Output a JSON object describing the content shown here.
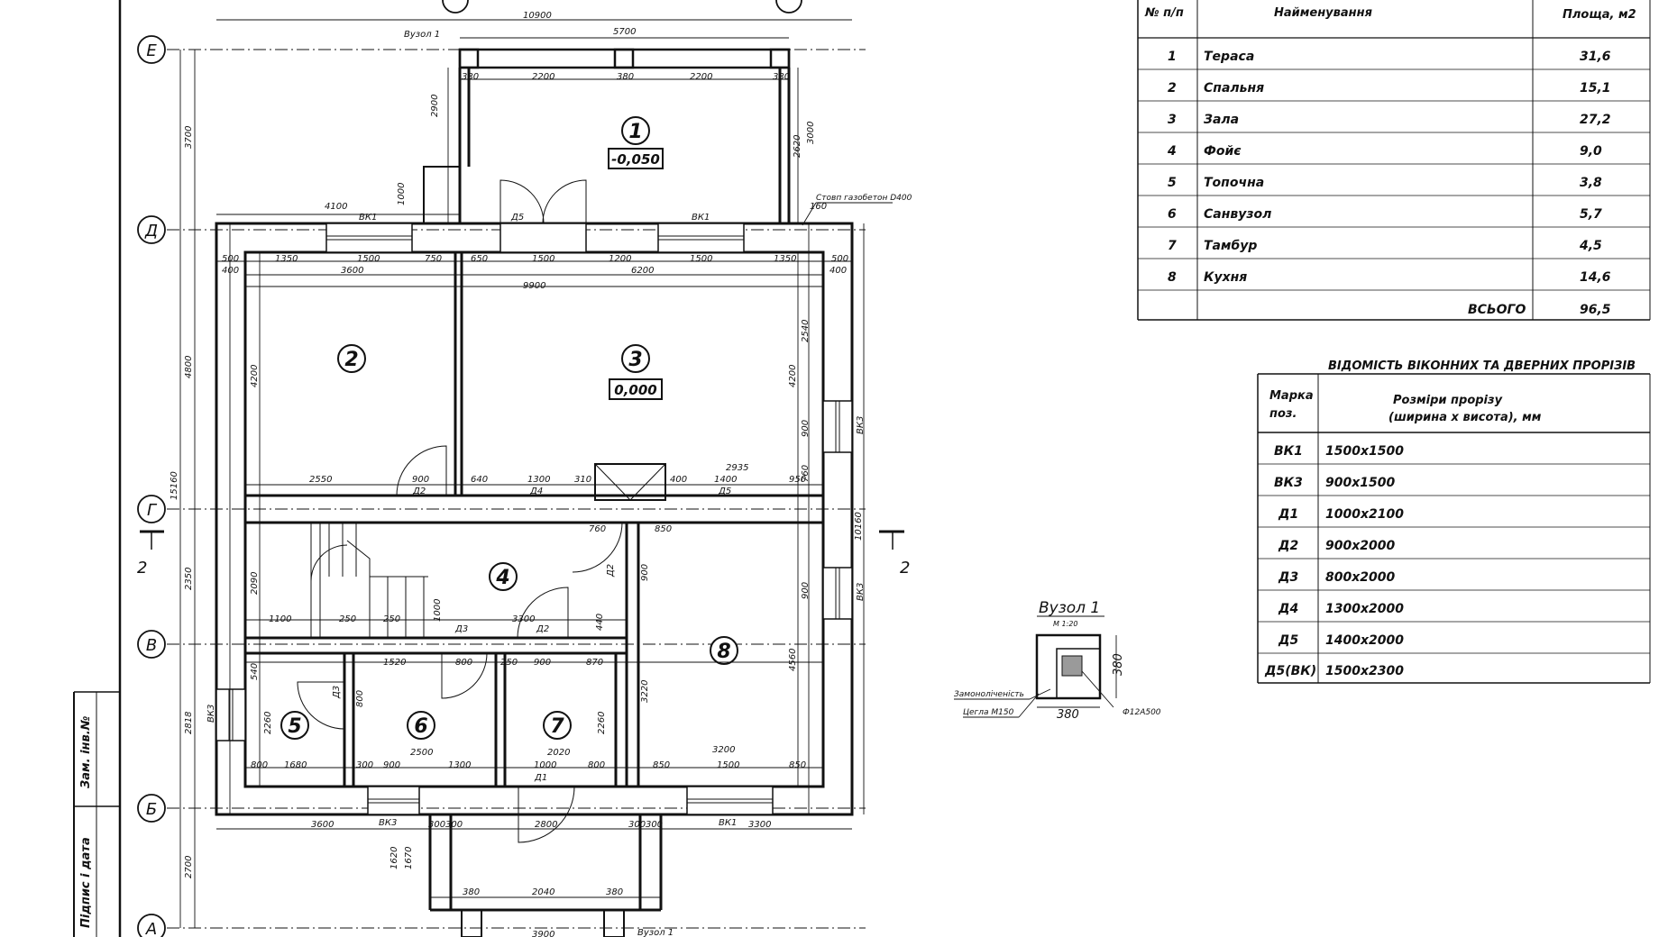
{
  "title_block": {
    "inventory_label": "Зам. інв.№",
    "signature_label": "Підпис і дата"
  },
  "axes": [
    "Е",
    "Д",
    "Г",
    "В",
    "Б",
    "А"
  ],
  "section_mark": "2",
  "rooms": [
    {
      "num": "1",
      "level": "-0,050"
    },
    {
      "num": "2"
    },
    {
      "num": "3",
      "level": "0,000"
    },
    {
      "num": "4"
    },
    {
      "num": "5"
    },
    {
      "num": "6"
    },
    {
      "num": "7"
    },
    {
      "num": "8"
    }
  ],
  "opening_marks": {
    "vk1": "ВК1",
    "vk3": "ВК3",
    "d1": "Д1",
    "d2": "Д2",
    "d3": "Д3",
    "d4": "Д4",
    "d5": "Д5"
  },
  "node_label": "Вузол 1",
  "node_detail": {
    "title": "Вузол 1",
    "scale": "М 1:20",
    "size": "380",
    "note_embedded": "Замоноліченість",
    "note_brick": "Цегла М150",
    "note_rebar": "Ф12А500"
  },
  "annotations": {
    "pillar": "Стовп газобетон D400"
  },
  "dimensions": {
    "top_total": "10900",
    "top_terrace": "5700",
    "ter_seg1": "2200",
    "ter_seg2": "380",
    "ter_seg3": "2200",
    "ter_post": "380",
    "left_4100": "4100",
    "h2900": "2900",
    "h1000": "1000",
    "r2620": "2620",
    "r3000": "3000",
    "s500": "500",
    "s1350": "1350",
    "s1500": "1500",
    "s750": "750",
    "s650": "650",
    "s1200": "1200",
    "s400": "400",
    "s3600": "3600",
    "s6200": "6200",
    "s9900": "9900",
    "s4200": "4200",
    "s2540": "2540",
    "s900": "900",
    "s2550": "2550",
    "s640": "640",
    "s1300": "1300",
    "s310": "310",
    "s2935": "2935",
    "s1400": "1400",
    "s950": "950",
    "s760": "760",
    "s850": "850",
    "s1100": "1100",
    "s250": "250",
    "s3300": "3300",
    "s440": "440",
    "s1520": "1520",
    "s800": "800",
    "s870": "870",
    "s3220": "3220",
    "s2260": "2260",
    "s2500": "2500",
    "s2020": "2020",
    "s1000": "1000",
    "s3200": "3200",
    "s1680": "1680",
    "s4560": "4560",
    "s2800": "2800",
    "s1620": "1620",
    "s2040": "2040",
    "s380": "380",
    "s300": "300",
    "s3700": "3700",
    "s4800": "4800",
    "s15160": "15160",
    "s2350": "2350",
    "s2818": "2818",
    "s2700": "2700",
    "s10160": "10160",
    "s2090": "2090",
    "s3900": "3900"
  },
  "rooms_table": {
    "headers": [
      "№ п/п",
      "Найменування",
      "Площа, м2"
    ],
    "rows": [
      {
        "n": "1",
        "name": "Тераса",
        "area": "31,6"
      },
      {
        "n": "2",
        "name": "Спальня",
        "area": "15,1"
      },
      {
        "n": "3",
        "name": "Зала",
        "area": "27,2"
      },
      {
        "n": "4",
        "name": "Фойє",
        "area": "9,0"
      },
      {
        "n": "5",
        "name": "Топочна",
        "area": "3,8"
      },
      {
        "n": "6",
        "name": "Санвузол",
        "area": "5,7"
      },
      {
        "n": "7",
        "name": "Тамбур",
        "area": "4,5"
      },
      {
        "n": "8",
        "name": "Кухня",
        "area": "14,6"
      }
    ],
    "total_label": "ВСЬОГО",
    "total_value": "96,5"
  },
  "openings_table": {
    "title": "ВІДОМІСТЬ ВІКОННИХ ТА ДВЕРНИХ ПРОРІЗІВ",
    "header_mark_1": "Марка",
    "header_mark_2": "поз.",
    "header_size_1": "Розміри прорізу",
    "header_size_2": "(ширина х висота), мм",
    "rows": [
      {
        "mark": "ВК1",
        "size": "1500х1500"
      },
      {
        "mark": "ВК3",
        "size": "900х1500"
      },
      {
        "mark": "Д1",
        "size": "1000х2100"
      },
      {
        "mark": "Д2",
        "size": "900х2000"
      },
      {
        "mark": "Д3",
        "size": "800х2000"
      },
      {
        "mark": "Д4",
        "size": "1300х2000"
      },
      {
        "mark": "Д5",
        "size": "1400х2000"
      },
      {
        "mark": "Д5(ВК)",
        "size": "1500х2300"
      }
    ]
  }
}
